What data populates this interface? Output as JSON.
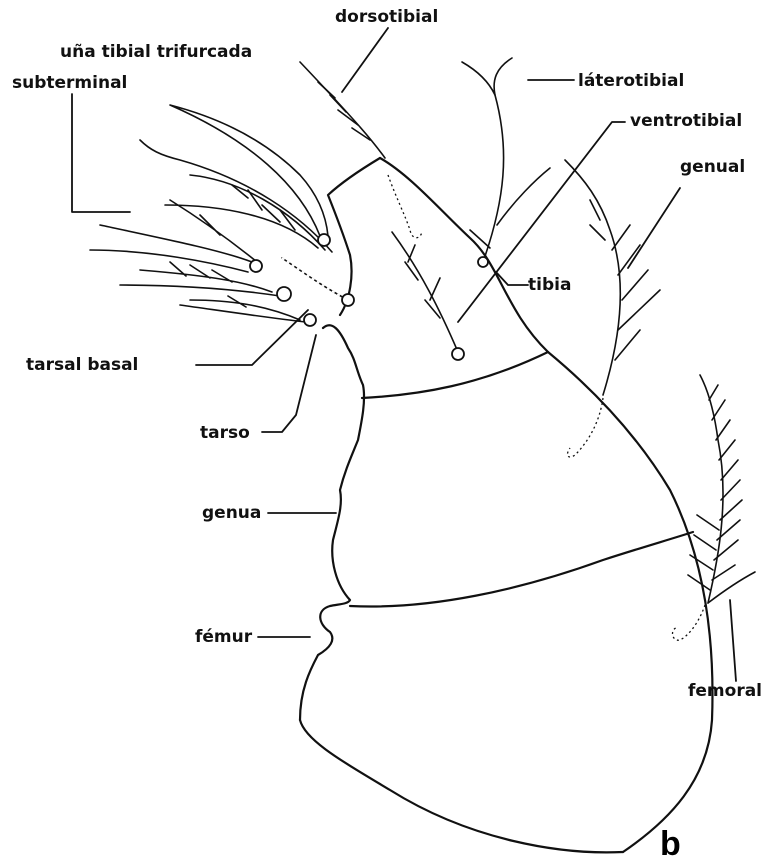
{
  "labels": {
    "dorsotibial": "dorsotibial",
    "una_tibial": "uña tibial trifurcada",
    "subterminal": "subterminal",
    "laterotibial": "láterotibial",
    "ventrotibial": "ventrotibial",
    "genual": "genual",
    "tibia": "tibia",
    "tarsal_basal": "tarsal basal",
    "tarso": "tarso",
    "genua": "genua",
    "femur": "fémur",
    "femoral": "femoral"
  },
  "panel_letter": "b"
}
